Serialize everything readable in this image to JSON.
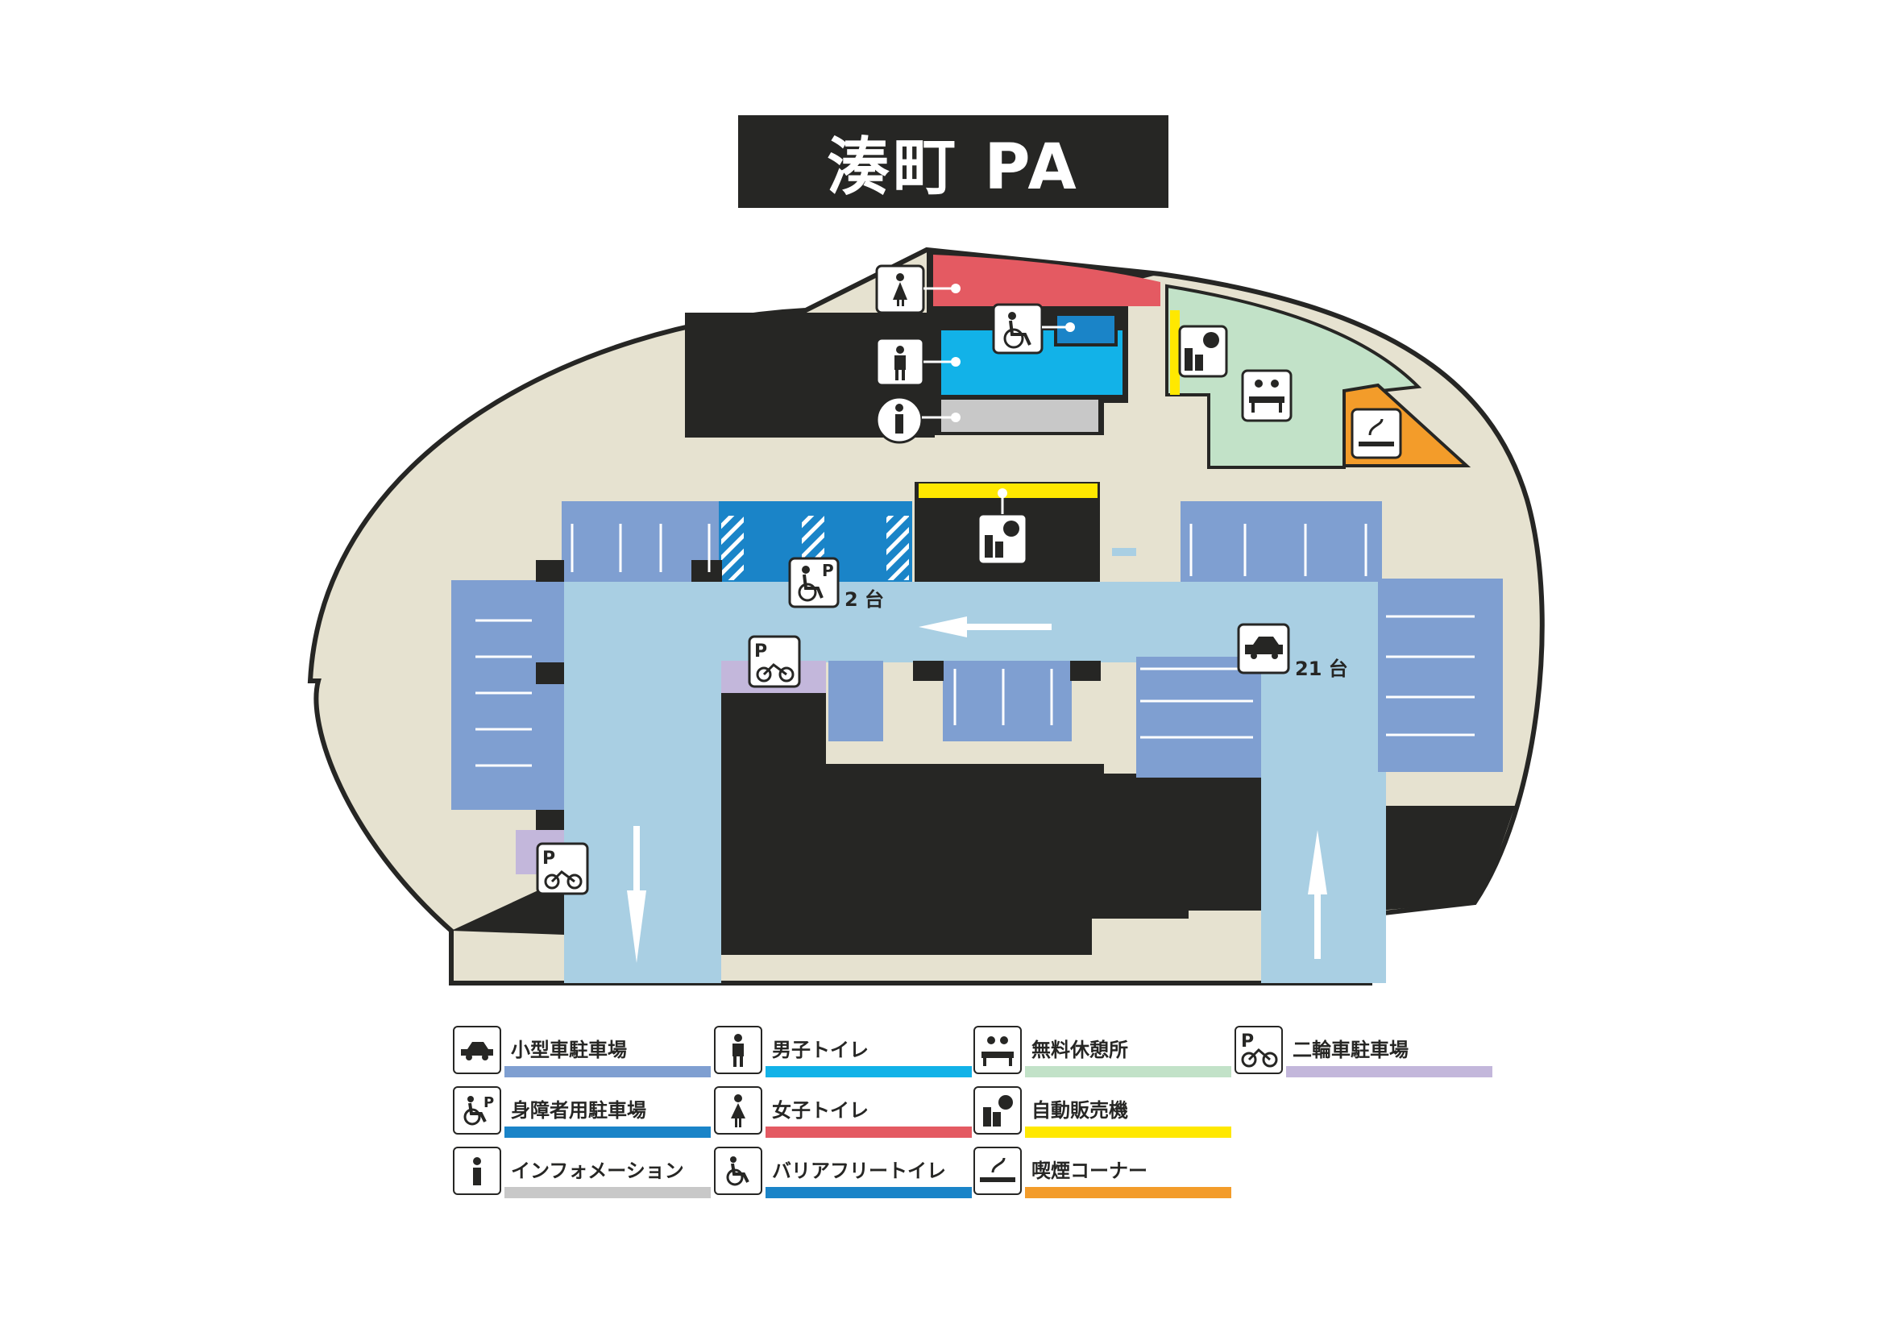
{
  "title": "湊町 PA",
  "map": {
    "accessible_parking_count": "2 台",
    "car_parking_count": "21 台"
  },
  "legend": [
    {
      "label": "小型車駐車場",
      "icon": "car-icon",
      "color": "#7f9fd1"
    },
    {
      "label": "身障者用駐車場",
      "icon": "wheelchair-parking-icon",
      "color": "#1a84c8"
    },
    {
      "label": "インフォメーション",
      "icon": "information-icon",
      "color": "#c8c8c8"
    },
    {
      "label": "男子トイレ",
      "icon": "male-toilet-icon",
      "color": "#12b2e8"
    },
    {
      "label": "女子トイレ",
      "icon": "female-toilet-icon",
      "color": "#e45a62"
    },
    {
      "label": "バリアフリートイレ",
      "icon": "accessible-toilet-icon",
      "color": "#1a84c8"
    },
    {
      "label": "無料休憩所",
      "icon": "rest-area-icon",
      "color": "#c2e2c8"
    },
    {
      "label": "自動販売機",
      "icon": "vending-machine-icon",
      "color": "#ffe800"
    },
    {
      "label": "喫煙コーナー",
      "icon": "smoking-icon",
      "color": "#f39c2a"
    },
    {
      "label": "二輪車駐車場",
      "icon": "motorcycle-parking-icon",
      "color": "#c3b7db"
    }
  ],
  "colors": {
    "background": "#e6e2d0",
    "road": "#a9cfe3",
    "building": "#262624",
    "car_parking": "#7f9fd1",
    "accessible_parking": "#1a84c8",
    "female_toilet": "#e45a62",
    "male_toilet": "#12b2e8",
    "information": "#c8c8c8",
    "rest_area": "#c2e2c8",
    "vending": "#ffe800",
    "smoking": "#f39c2a",
    "motorcycle": "#c3b7db"
  }
}
